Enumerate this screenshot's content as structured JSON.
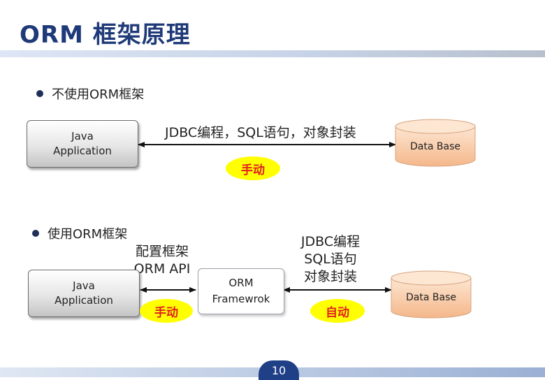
{
  "title": "ORM 框架原理",
  "section1": {
    "bullet": "不使用ORM框架",
    "app": {
      "line1": "Java",
      "line2": "Application"
    },
    "arrow_label": "JDBC编程，SQL语句，对象封装",
    "database": "Data Base",
    "badge": "手动"
  },
  "section2": {
    "bullet": "使用ORM框架",
    "app": {
      "line1": "Java",
      "line2": "Application"
    },
    "config_label": {
      "line1": "配置框架",
      "line2": "ORM API"
    },
    "orm": {
      "line1": "ORM",
      "line2": "Framewrok"
    },
    "jdbc_label": {
      "line1": "JDBC编程",
      "line2": "SQL语句",
      "line3": "对象封装"
    },
    "database": "Data Base",
    "badge_left": "手动",
    "badge_right": "自动"
  },
  "page_number": "10",
  "colors": {
    "title": "#1f3a78",
    "badge_fill": "#ffff00",
    "badge_text": "#e02020",
    "db_fill": "#f8c9a4",
    "page_tab": "#1f3f86"
  }
}
